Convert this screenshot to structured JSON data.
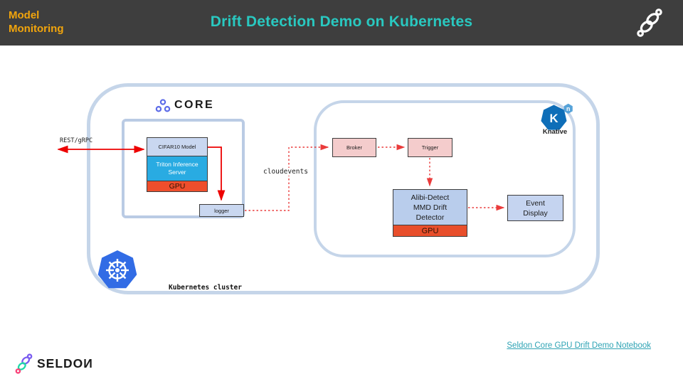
{
  "header": {
    "kicker": "Model\nMonitoring",
    "title": "Drift Detection Demo on Kubernetes",
    "accent_yellow": "#F2A50C",
    "accent_teal": "#29C8C0",
    "bar_color": "#3E3E3E"
  },
  "diagram": {
    "cluster_label": "Kubernetes cluster",
    "rest_grpc_label": "REST/gRPC",
    "cloudevents_label": "cloudevents",
    "logger_label": "logger",
    "core": {
      "brand": "CORE",
      "model_label": "CIFAR10 Model",
      "server_label": "Triton Inference\nServer",
      "gpu_label": "GPU"
    },
    "knative": {
      "brand": "Knative",
      "logo_k": "K",
      "logo_n": "n",
      "broker_label": "Broker",
      "trigger_label": "Trigger",
      "detector_label": "Alibi-Detect\nMMD Drift\nDetector",
      "gpu_label": "GPU",
      "event_display_label": "Event\nDisplay"
    },
    "colors": {
      "arrow_solid_red": "#ED0000",
      "arrow_dashed_red": "#EA3B3B",
      "box_blue": "#C9D7F0",
      "detector_blue": "#B9CDEC",
      "box_pink": "#F4CCCC",
      "triton_blue": "#29ABE2",
      "gpu_orange": "#EE4E2C",
      "cluster_border": "#C5D5E9",
      "kubernetes_blue": "#326CE5",
      "knative_blue": "#0E6EB8",
      "core_icon_indigo": "#5C6BE8"
    }
  },
  "footer": {
    "link_text": "Seldon Core GPU Drift Demo Notebook",
    "brand_text": "SELDOИ"
  }
}
